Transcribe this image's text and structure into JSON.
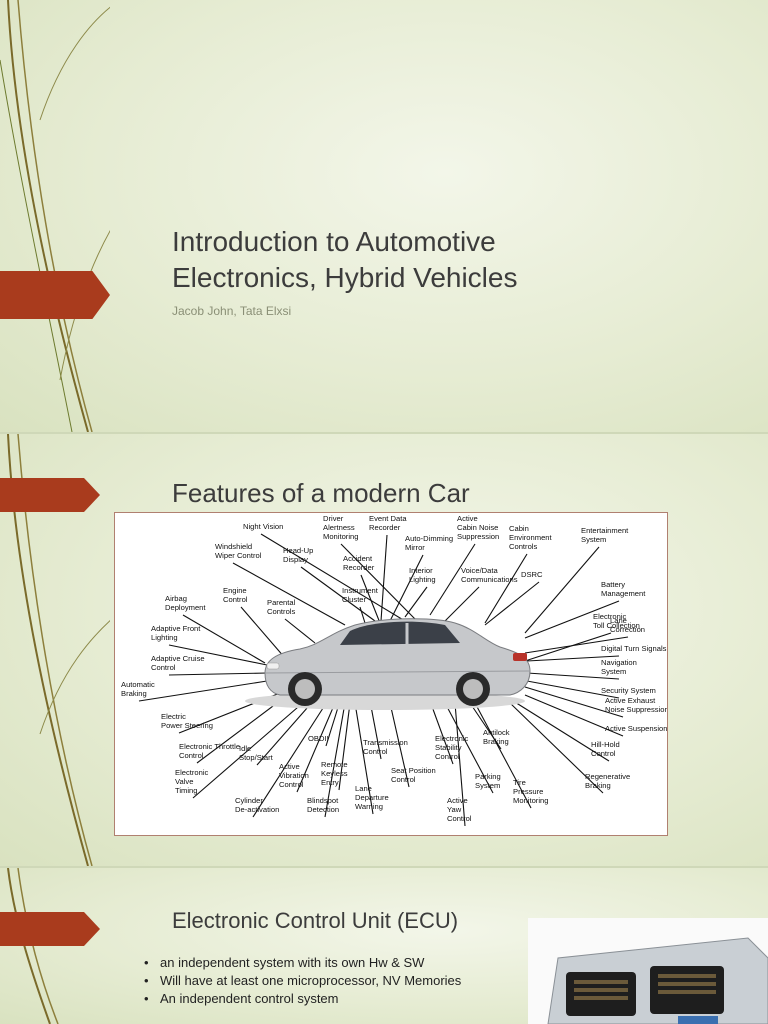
{
  "slide1": {
    "title_line1": "Introduction to Automotive",
    "title_line2": "Electronics, Hybrid Vehicles",
    "subtitle": "Jacob John, Tata Elxsi"
  },
  "slide2": {
    "title": "Features of a modern Car",
    "labels": [
      "Night Vision",
      "Driver\nAlertness\nMonitoring",
      "Event Data\nRecorder",
      "Active\nCabin Noise\nSuppression",
      "Cabin\nEnvironment\nControls",
      "Entertainment\nSystem",
      "Windshield\nWiper Control",
      "Head-Up\nDisplay",
      "Accident\nRecorder",
      "Auto-Dimming\nMirror",
      "Interior\nLighting",
      "Voice/Data\nCommunications",
      "DSRC",
      "Battery\nManagement",
      "Airbag\nDeployment",
      "Engine\nControl",
      "Parental\nControls",
      "Instrument\nCluster",
      "Lane\nCorrection",
      "Electronic\nToll Collection",
      "Adaptive Front\nLighting",
      "Digital Turn Signals",
      "Adaptive Cruise\nControl",
      "Navigation\nSystem",
      "Automatic\nBraking",
      "Security System",
      "Active Exhaust\nNoise Suppression",
      "Electric\nPower Steering",
      "Active Suspension",
      "Electronic Throttle\nControl",
      "Idle\nStop/Start",
      "OBDII",
      "Transmission\nControl",
      "Electronic\nStability\nControl",
      "Antilock\nBraking",
      "Hill-Hold\nControl",
      "Electronic\nValve\nTiming",
      "Active\nVibration\nControl",
      "Remote\nKeyless\nEntry",
      "Seat Position\nControl",
      "Parking\nSystem",
      "Tire\nPressure\nMonitoring",
      "Regenerative\nBraking",
      "Cylinder\nDe-activation",
      "Blindspot\nDetection",
      "Lane\nDeparture\nWarning",
      "Active\nYaw\nControl"
    ]
  },
  "slide3": {
    "title": "Electronic Control Unit (ECU)",
    "bullets": [
      "an independent system with its own Hw & SW",
      "Will have at least one microprocessor, NV Memories",
      "An independent control system"
    ],
    "bullet_char": "•"
  },
  "colors": {
    "accent": "#a93b1d",
    "background": "#e6ecd4",
    "stem": "#7a6a2a"
  }
}
